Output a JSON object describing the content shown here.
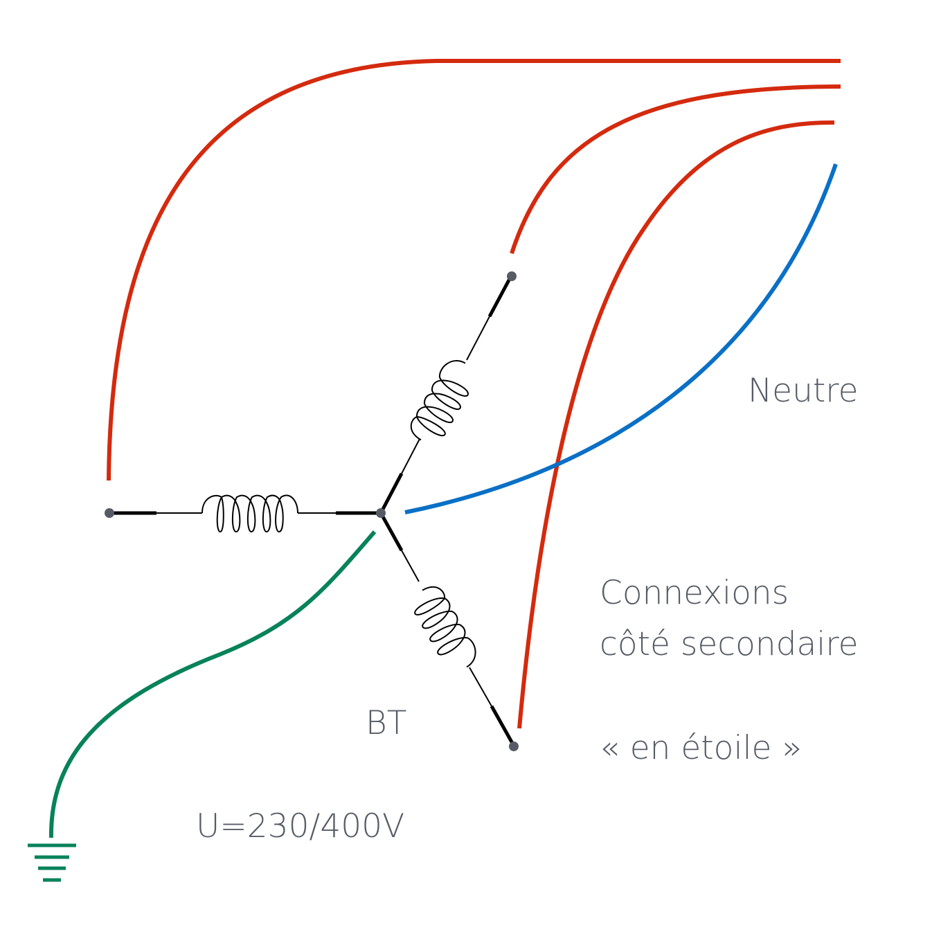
{
  "labels": {
    "neutre": "Neutre",
    "connexions_line1": "Connexions",
    "connexions_line2": "côté secondaire",
    "etoile": "« en étoile »",
    "bt": "BT",
    "voltage": "U=230/400V"
  },
  "colors": {
    "phase": "#d42a0e",
    "neutral": "#0a70c6",
    "earth": "#07825a",
    "winding": "#000000",
    "node": "#565b66",
    "text": "#565b66"
  },
  "icons": {
    "earth_symbol": "ground-icon",
    "coil_symbol": "inductor-coil-icon"
  }
}
